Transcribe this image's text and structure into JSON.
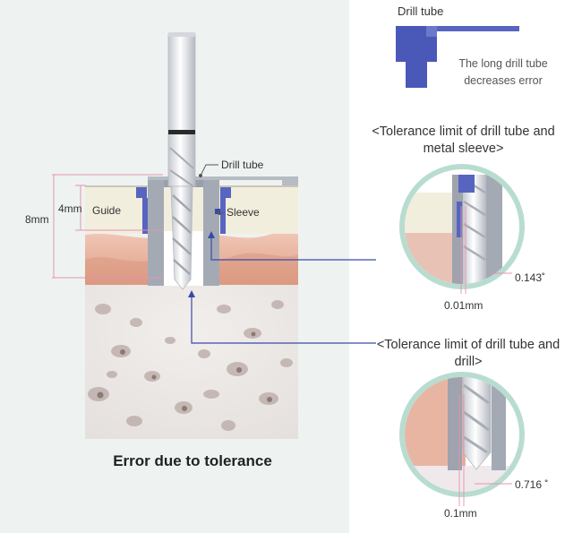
{
  "main": {
    "caption": "Error due to tolerance",
    "labels": {
      "drill_tube": "Drill tube",
      "guide": "Guide",
      "sleeve": "Sleeve",
      "dim_8mm": "8mm",
      "dim_4mm": "4mm"
    }
  },
  "legend": {
    "title": "Drill tube",
    "note": "The long drill tube decreases error"
  },
  "detail_top": {
    "title": "<Tolerance limit of drill tube and metal sleeve>",
    "angle": "0.143˚",
    "gap": "0.01mm"
  },
  "detail_bottom": {
    "title": "<Tolerance limit of drill tube and drill>",
    "angle": "0.716 ˚",
    "gap": "0.1mm"
  },
  "colors": {
    "panel_bg": "#eef3f1",
    "drill_tube": "#4a58b8",
    "sleeve": "#5764c0",
    "guide": "#f2eede",
    "gum": "#e6b6a2",
    "bone": "#ece8e6",
    "dimension_line": "#e890b0",
    "pointer": "#3a4aa8",
    "ring": "#b8ddd0"
  }
}
